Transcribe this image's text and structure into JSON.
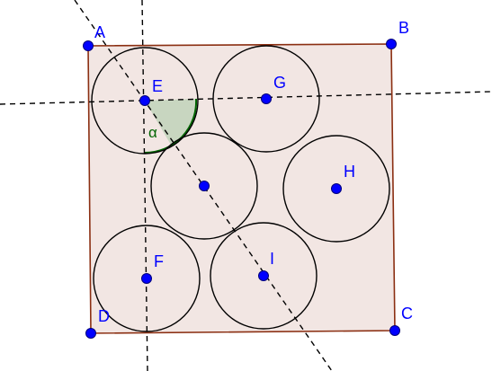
{
  "colors": {
    "square_fill": "#f2e6e3",
    "square_stroke": "#8b2f12",
    "circle_stroke": "#000000",
    "point_fill": "#0000ff",
    "point_stroke": "#00007a",
    "label": "#0000ff",
    "angle_fill": "#c8d6c0",
    "angle_stroke": "#006400",
    "angle_label": "#006400",
    "guide_line": "#000000"
  },
  "points": {
    "A": "A",
    "B": "B",
    "C": "C",
    "D": "D",
    "E": "E",
    "F": "F",
    "G": "G",
    "H": "H",
    "I": "I"
  },
  "angle": {
    "label": "α"
  }
}
